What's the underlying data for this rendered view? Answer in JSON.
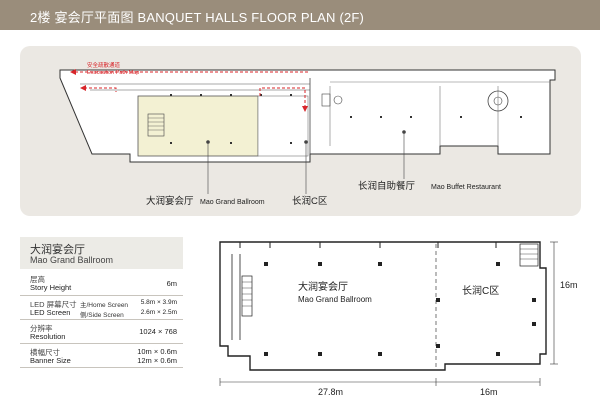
{
  "header": {
    "title": "2楼 宴会厅平面图  BANQUET HALLS FLOOR PLAN (2F)"
  },
  "top_plan": {
    "evacuation_cn": "安全疏散通道",
    "evacuation_en": "Evacuation Path Map",
    "callout_ballroom_cn": "大润宴会厅",
    "callout_ballroom_en": "Mao Grand Ballroom",
    "callout_c_zone": "长润C区",
    "callout_buffet_cn": "长润自助餐厅",
    "callout_buffet_en": "Mao Buffet Restaurant"
  },
  "spec_card": {
    "title_cn": "大润宴会厅",
    "title_en": "Mao Grand Ballroom",
    "rows": [
      {
        "label_cn": "层高",
        "label_en": "Story Height",
        "value": "6m"
      },
      {
        "label_cn": "LED 屏幕尺寸",
        "label_en": "LED Screen",
        "sub": [
          {
            "label": "主/Home Screen",
            "value": "5.8m × 3.9m"
          },
          {
            "label": "侧/Side Screen",
            "value": "2.6m × 2.5m"
          }
        ]
      },
      {
        "label_cn": "分辨率",
        "label_en": "Resolution",
        "value": "1024 × 768"
      },
      {
        "label_cn": "横幅尺寸",
        "label_en": "Banner Size",
        "values": [
          "10m × 0.6m",
          "12m × 0.6m"
        ]
      }
    ]
  },
  "big_plan": {
    "ballroom_cn": "大润宴会厅",
    "ballroom_en": "Mao Grand Ballroom",
    "c_zone": "长润C区",
    "dim_width_main": "27.8m",
    "dim_width_c": "16m",
    "dim_height": "16m"
  },
  "colors": {
    "header_bg": "#9a8d7b",
    "panel_bg": "#ebe8e3",
    "ballroom_fill": "#f3f1d3",
    "evac_red": "#d8252a"
  }
}
